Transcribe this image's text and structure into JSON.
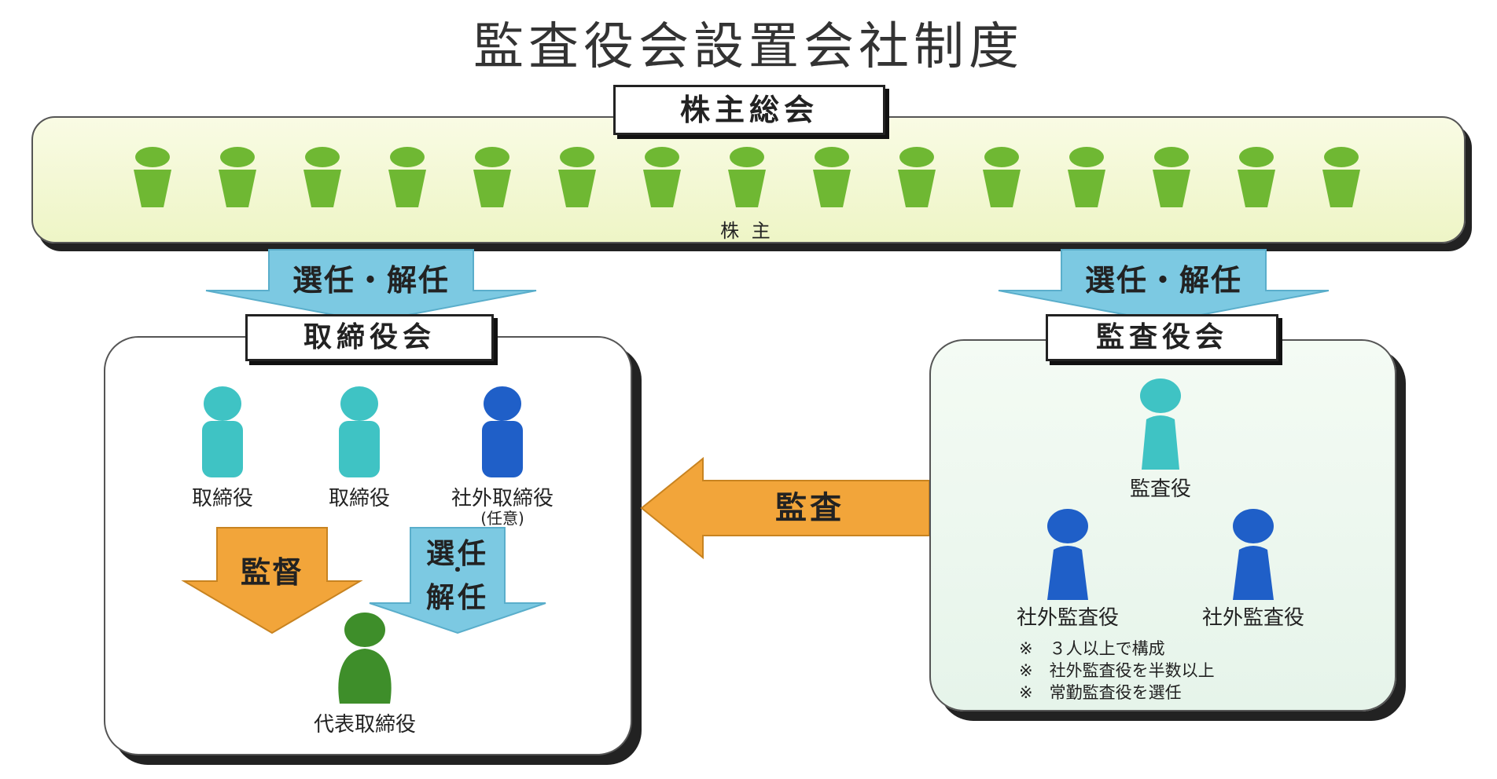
{
  "title": "監査役会設置会社制度",
  "general_meeting": {
    "label": "株主総会",
    "shareholders_caption": "株 主",
    "shareholder_count": 15
  },
  "arrows": {
    "left_elect": "選任・解任",
    "right_elect": "選任・解任",
    "audit": "監査",
    "supervise": "監督",
    "elect_inner_top": "選任",
    "elect_inner_dot": "・",
    "elect_inner_bottom": "解任"
  },
  "board": {
    "label": "取締役会",
    "members": [
      "取締役",
      "取締役",
      "社外取締役"
    ],
    "optional_note": "(任意)",
    "representative": "代表取締役"
  },
  "audit_board": {
    "label": "監査役会",
    "auditor": "監査役",
    "outside_auditors": [
      "社外監査役",
      "社外監査役"
    ],
    "notes": [
      "※　３人以上で構成",
      "※　社外監査役を半数以上",
      "※　常勤監査役を選任"
    ]
  },
  "colors": {
    "shareholder": "#6fb833",
    "director": "#3fc3c4",
    "outside": "#1f5fc8",
    "representative": "#3e8e2a",
    "blue_arrow": "#7cc9e2",
    "orange_arrow": "#f2a53a",
    "band": "#eef5c6"
  }
}
